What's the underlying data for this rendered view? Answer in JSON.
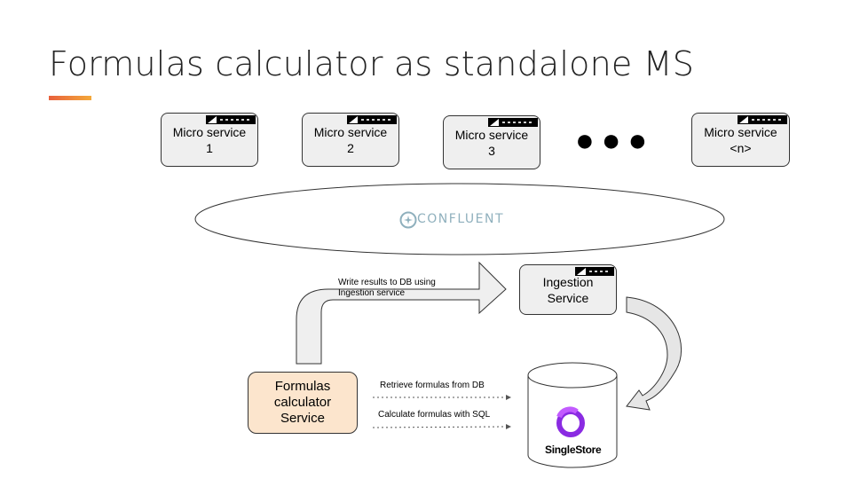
{
  "slide": {
    "title": "Formulas calculator as standalone MS"
  },
  "microservices": [
    {
      "label": "Micro service\n1"
    },
    {
      "label": "Micro service\n2"
    },
    {
      "label": "Micro service\n3"
    },
    {
      "label": "Micro service\n<n>"
    }
  ],
  "ellipsis": "●●●",
  "bus": {
    "brand": "CONFLUENT",
    "icon": "confluent-logo-icon"
  },
  "ingestion": {
    "label": "Ingestion\nService"
  },
  "calculator": {
    "label": "Formulas\ncalculator\nService"
  },
  "arrows": {
    "write_results": "Write results to DB using\nIngestion service",
    "retrieve": "Retrieve formulas from DB",
    "calculate": "Calculate formulas with SQL"
  },
  "database": {
    "brand": "SingleStore",
    "icon": "singlestore-logo-icon"
  },
  "colors": {
    "accent_start": "#e8603c",
    "accent_end": "#f4a93a",
    "calculator_fill": "#fce5cd",
    "box_fill": "#efefef",
    "confluent_text": "#8fb0bd",
    "singlestore_purple": "#8a2be2"
  }
}
